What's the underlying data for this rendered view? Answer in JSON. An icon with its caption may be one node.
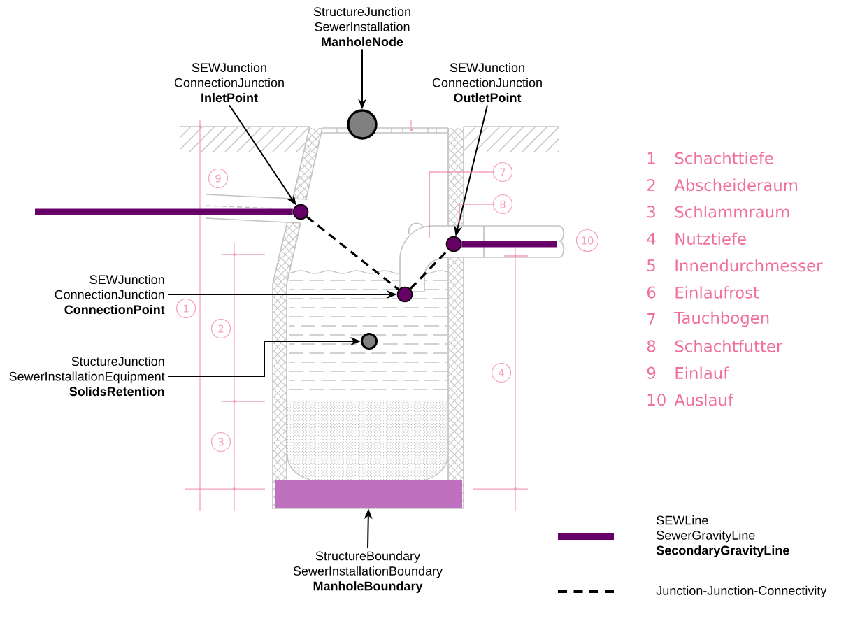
{
  "diagram": {
    "nodes": [
      {
        "text": [
          "StructureJunction",
          "SewerInstallation",
          "ManholeNode"
        ]
      },
      {
        "text": [
          "SEWJunction",
          "ConnectionJunction",
          "InletPoint"
        ]
      },
      {
        "text": [
          "SEWJunction",
          "ConnectionJunction",
          "OutletPoint"
        ]
      },
      {
        "text": [],
        "shape": "circle"
      },
      {
        "text": [
          "7"
        ]
      },
      {
        "text": [
          "9"
        ]
      },
      {
        "text": [
          "8"
        ]
      },
      {
        "text": [],
        "shape": "circle"
      },
      {
        "text": [
          "10"
        ]
      },
      {
        "text": [],
        "shape": "circle"
      },
      {
        "text": [
          "SEWJunction",
          "ConnectionJunction",
          "ConnectionPoint"
        ]
      },
      {
        "text": [],
        "shape": "circle"
      },
      {
        "text": [
          "1"
        ]
      },
      {
        "text": [
          "2"
        ]
      },
      {
        "text": [],
        "shape": "circle"
      },
      {
        "text": [
          "4"
        ]
      },
      {
        "text": [
          "StuctureJunction",
          "SewerInstallationEquipment",
          "SolidsRetention"
        ]
      },
      {
        "text": [
          "3"
        ]
      },
      {
        "text": [],
        "shape": "box"
      },
      {
        "text": [
          "StructureBoundary",
          "SewerInstallationBoundary",
          "ManholeBoundary"
        ]
      }
    ],
    "edges": [
      {
        "from": 0,
        "to": 3,
        "arrow": "to"
      },
      {
        "from": 1,
        "to": 7,
        "arrow": "to"
      },
      {
        "from": 2,
        "to": 9,
        "arrow": "to"
      },
      {
        "from": 10,
        "to": 11,
        "arrow": "to"
      },
      {
        "from": 16,
        "to": 14,
        "arrow": "to"
      },
      {
        "from": 19,
        "to": 18,
        "arrow": "to"
      },
      {
        "from": null,
        "to": 7,
        "arrow": "none",
        "style": "thick",
        "color": "#660066"
      },
      {
        "from": 9,
        "to": null,
        "arrow": "none",
        "style": "thick",
        "color": "#660066"
      },
      {
        "from": 7,
        "to": 11,
        "arrow": "none",
        "style": "dashed"
      },
      {
        "from": 11,
        "to": 9,
        "arrow": "none",
        "style": "dashed"
      },
      {
        "from": 4,
        "to": null,
        "arrow": "none",
        "color": "#f0709a"
      },
      {
        "from": 6,
        "to": null,
        "arrow": "none",
        "color": "#f0709a"
      }
    ],
    "labels": [
      "1",
      "Schachttiefe",
      "2",
      "Abscheideraum",
      "3",
      "Schlammraum",
      "4",
      "Nutztiefe",
      "5",
      "Innendurchmesser",
      "6",
      "Einlaufrost",
      "7",
      "Tauchbogen",
      "8",
      "Schachtfutter",
      "9",
      "Einlauf",
      "10",
      "Auslauf"
    ],
    "legend": [
      {
        "text": "SEWLine SewerGravityLine **SecondaryGravityLine**"
      },
      {
        "text": "Junction-Junction-Connectivity"
      }
    ]
  }
}
